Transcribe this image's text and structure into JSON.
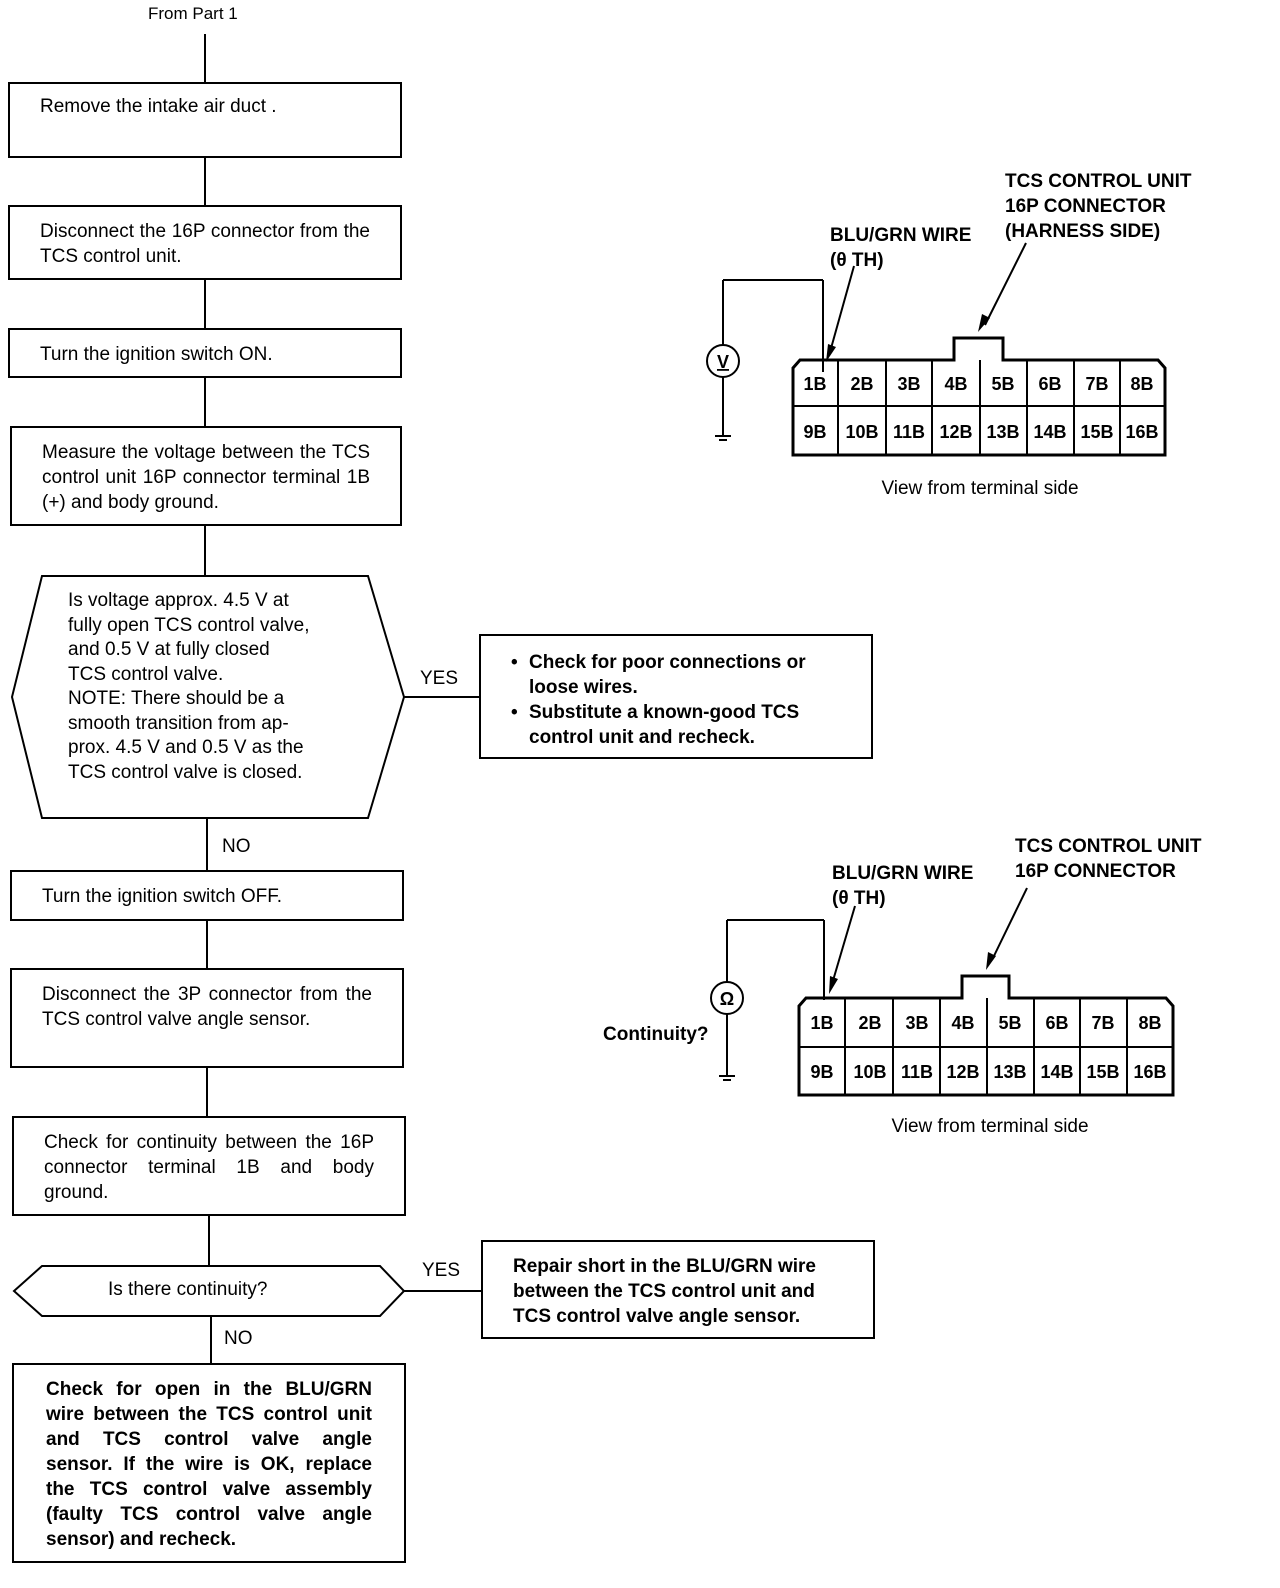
{
  "flow": {
    "from_label": "From Part 1",
    "step1": "Remove the intake air duct .",
    "step2": "Disconnect the 16P connector from the TCS control unit.",
    "step3": "Turn the ignition switch ON.",
    "step4": "Measure the voltage between the TCS control unit 16P connector terminal 1B (+) and body ground.",
    "decision1": {
      "lines": [
        "Is voltage approx. 4.5 V at",
        "fully open TCS control valve,",
        "and 0.5 V at fully closed",
        "TCS control valve.",
        "NOTE: There should be a",
        "smooth transition from ap-",
        "prox. 4.5 V and 0.5 V as the",
        "TCS control valve is closed."
      ],
      "yes": "YES",
      "no": "NO"
    },
    "yes1_items": [
      "Check for poor connections or loose wires.",
      "Substitute a known-good TCS control unit and recheck."
    ],
    "step5": "Turn the ignition switch OFF.",
    "step6": "Disconnect the 3P connector from the TCS control valve angle sensor.",
    "step7": "Check for continuity between the 16P connector terminal 1B and body ground.",
    "decision2": {
      "text": "Is there continuity?",
      "yes": "YES",
      "no": "NO"
    },
    "yes2": "Repair short in the BLU/GRN wire between the TCS control unit and TCS control valve angle sensor.",
    "final": "Check for open in the BLU/GRN wire between the TCS control unit and TCS control valve angle sensor. If the wire is OK, replace the TCS control valve assembly (faulty TCS control valve angle sensor) and recheck."
  },
  "connector1": {
    "title_lines": [
      "TCS CONTROL UNIT",
      "16P CONNECTOR",
      "(HARNESS SIDE)"
    ],
    "wire_lines": [
      "BLU/GRN WIRE",
      "(θ TH)"
    ],
    "meter_symbol": "V",
    "caption": "View from terminal side",
    "row1": [
      "1B",
      "2B",
      "3B",
      "4B",
      "5B",
      "6B",
      "7B",
      "8B"
    ],
    "row2": [
      "9B",
      "10B",
      "11B",
      "12B",
      "13B",
      "14B",
      "15B",
      "16B"
    ]
  },
  "connector2": {
    "title_lines": [
      "TCS CONTROL UNIT",
      "16P CONNECTOR"
    ],
    "wire_lines": [
      "BLU/GRN WIRE",
      "(θ TH)"
    ],
    "meter_symbol": "Ω",
    "meter_label": "Continuity?",
    "caption": "View from terminal side",
    "row1": [
      "1B",
      "2B",
      "3B",
      "4B",
      "5B",
      "6B",
      "7B",
      "8B"
    ],
    "row2": [
      "9B",
      "10B",
      "11B",
      "12B",
      "13B",
      "14B",
      "15B",
      "16B"
    ]
  }
}
